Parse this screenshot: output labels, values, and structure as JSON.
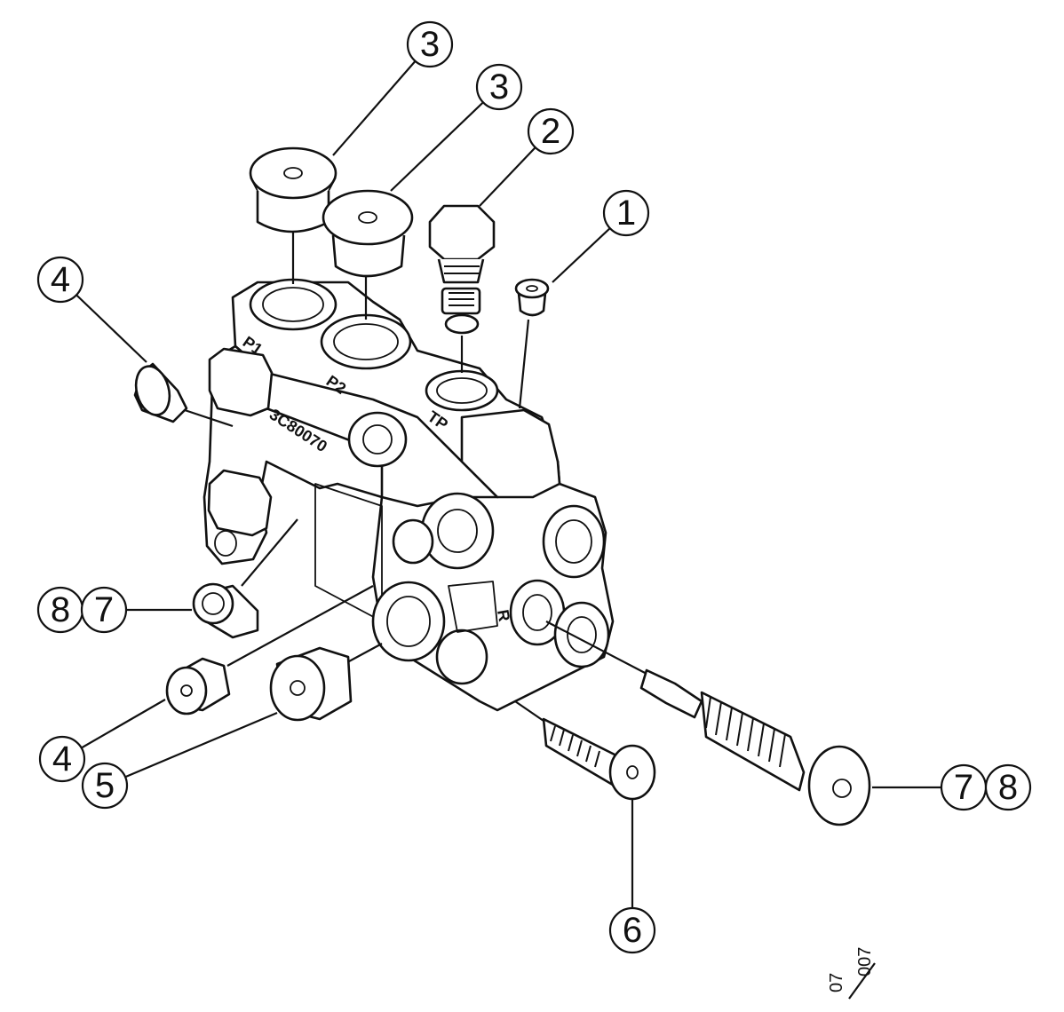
{
  "callouts": [
    {
      "id": "c-3a",
      "label": "3"
    },
    {
      "id": "c-3b",
      "label": "3"
    },
    {
      "id": "c-2",
      "label": "2"
    },
    {
      "id": "c-1",
      "label": "1"
    },
    {
      "id": "c-4a",
      "label": "4"
    },
    {
      "id": "c-8a",
      "label": "8"
    },
    {
      "id": "c-7a",
      "label": "7"
    },
    {
      "id": "c-4b",
      "label": "4"
    },
    {
      "id": "c-5",
      "label": "5"
    },
    {
      "id": "c-6",
      "label": "6"
    },
    {
      "id": "c-7b",
      "label": "7"
    },
    {
      "id": "c-8b",
      "label": "8"
    }
  ],
  "port_labels": {
    "p1": "P1",
    "p2": "P2",
    "tp": "TP",
    "r": "R"
  },
  "body_marking": "3C80070",
  "drawing_ref": {
    "top": "07",
    "bottom": "007"
  }
}
